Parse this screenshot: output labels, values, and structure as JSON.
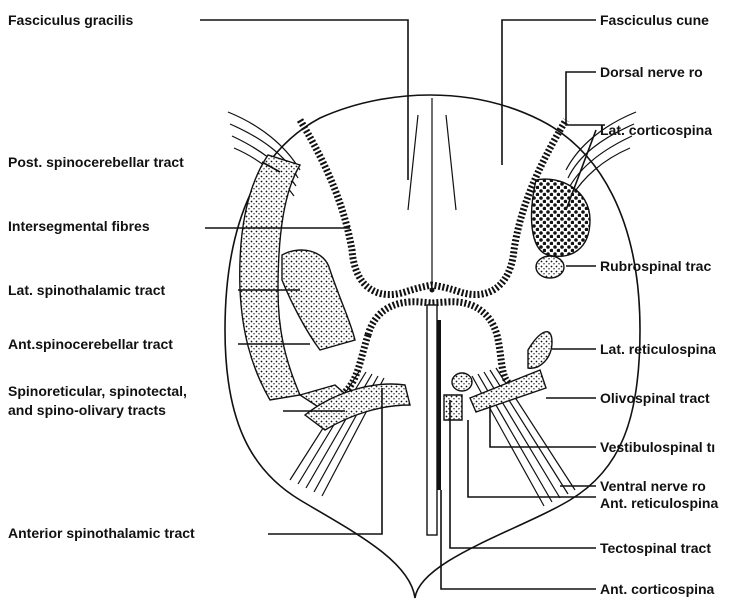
{
  "labels": {
    "fasciculus_gracilis": "Fasciculus gracilis",
    "post_spinocerebellar": "Post. spinocerebellar tract",
    "intersegmental": "Intersegmental fibres",
    "lat_spinothalamic": "Lat. spinothalamic tract",
    "ant_spinocerebellar": "Ant.spinocerebellar tract",
    "spinoreticular_1": "Spinoreticular, spinotectal,",
    "spinoreticular_2": "and spino-olivary tracts",
    "ant_spinothalamic": "Anterior spinothalamic tract",
    "fasciculus_cuneatus": "Fasciculus cune",
    "dorsal_nerve_root": "Dorsal nerve ro",
    "lat_corticospinal": "Lat. corticospina",
    "rubrospinal": "Rubrospinal trac",
    "lat_reticulospinal": "Lat. reticulospina",
    "olivospinal": "Olivospinal tract",
    "vestibulospinal": "Vestibulospinal tı",
    "ventral_nerve_root": "Ventral nerve ro",
    "ant_reticulospinal": "Ant. reticulospina",
    "tectospinal": "Tectospinal tract",
    "ant_corticospinal": "Ant. corticospina"
  }
}
